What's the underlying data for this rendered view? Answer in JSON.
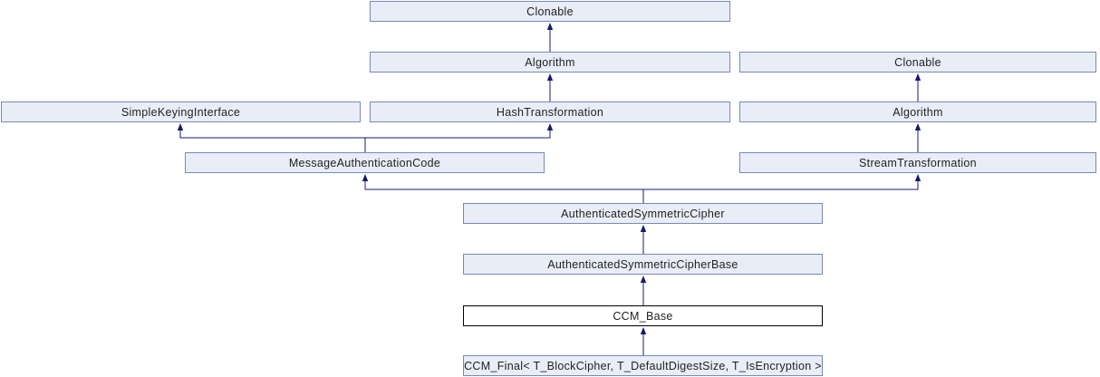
{
  "diagram": {
    "type": "class-inheritance-graph",
    "nodes": [
      {
        "id": "clonable-top",
        "label": "Clonable",
        "current": false
      },
      {
        "id": "algorithm-left",
        "label": "Algorithm",
        "current": false
      },
      {
        "id": "clonable-right",
        "label": "Clonable",
        "current": false
      },
      {
        "id": "simple-keying-interface",
        "label": "SimpleKeyingInterface",
        "current": false
      },
      {
        "id": "hash-transformation",
        "label": "HashTransformation",
        "current": false
      },
      {
        "id": "algorithm-right",
        "label": "Algorithm",
        "current": false
      },
      {
        "id": "message-authentication-code",
        "label": "MessageAuthenticationCode",
        "current": false
      },
      {
        "id": "stream-transformation",
        "label": "StreamTransformation",
        "current": false
      },
      {
        "id": "authenticated-symmetric-cipher",
        "label": "AuthenticatedSymmetricCipher",
        "current": false
      },
      {
        "id": "authenticated-symmetric-cipher-base",
        "label": "AuthenticatedSymmetricCipherBase",
        "current": false
      },
      {
        "id": "ccm-base",
        "label": "CCM_Base",
        "current": true
      },
      {
        "id": "ccm-final",
        "label": "CCM_Final< T_BlockCipher, T_DefaultDigestSize, T_IsEncryption >",
        "current": false
      }
    ],
    "edges": [
      {
        "from": "algorithm-left",
        "to": "clonable-top"
      },
      {
        "from": "hash-transformation",
        "to": "algorithm-left"
      },
      {
        "from": "message-authentication-code",
        "to": "simple-keying-interface"
      },
      {
        "from": "message-authentication-code",
        "to": "hash-transformation"
      },
      {
        "from": "algorithm-right",
        "to": "clonable-right"
      },
      {
        "from": "stream-transformation",
        "to": "algorithm-right"
      },
      {
        "from": "authenticated-symmetric-cipher",
        "to": "message-authentication-code"
      },
      {
        "from": "authenticated-symmetric-cipher",
        "to": "stream-transformation"
      },
      {
        "from": "authenticated-symmetric-cipher-base",
        "to": "authenticated-symmetric-cipher"
      },
      {
        "from": "ccm-base",
        "to": "authenticated-symmetric-cipher-base"
      },
      {
        "from": "ccm-final",
        "to": "ccm-base"
      }
    ],
    "colors": {
      "node_fill": "#E9EDF7",
      "node_border": "#7789B9",
      "current_node_fill": "#FFFFFF",
      "current_node_border": "#000000",
      "edge": "#191970",
      "text": "#1F1F1F",
      "background": "#FFFFFF"
    }
  }
}
